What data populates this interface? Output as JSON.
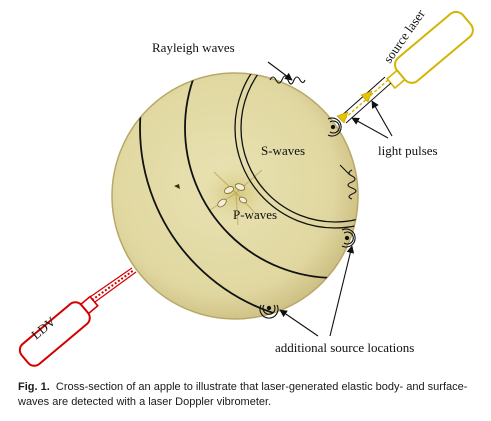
{
  "figure": {
    "labels": {
      "rayleigh": "Rayleigh waves",
      "source_laser": "source laser",
      "s_waves": "S-waves",
      "light_pulses": "light pulses",
      "p_waves": "P-waves",
      "ldv": "LDV",
      "additional_sources": "additional source locations"
    },
    "colors": {
      "apple_flesh": "#e3dba4",
      "apple_edge": "#b8a868",
      "core": "#cdbf6e",
      "source_laser": "#d4b400",
      "ldv": "#d40000",
      "lines": "#111111"
    }
  },
  "caption": {
    "label": "Fig. 1.",
    "text": "Cross-section of an apple to illustrate that laser-generated elastic body- and surface-waves are detected with a laser Doppler vibrometer."
  }
}
